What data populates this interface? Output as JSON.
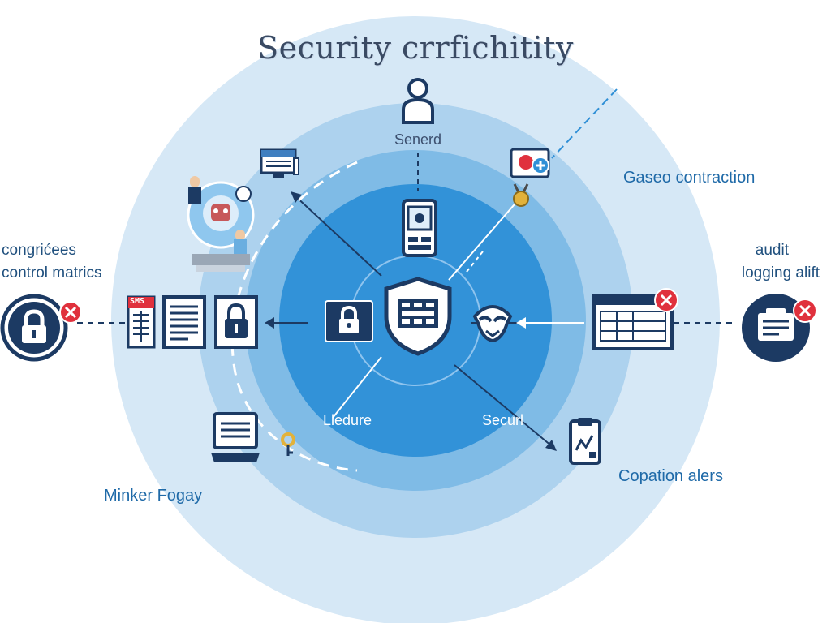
{
  "title": "Security crrfichitity",
  "labels": {
    "top_node": "Senerd",
    "top_right": "Gaseo contraction",
    "left_top": "congrićees",
    "left_bottom": "control matrics",
    "right_top": "audit",
    "right_bottom": "logging alift",
    "inner_left": "Lledure",
    "inner_right": "Securl",
    "bottom_right": "Copation alers",
    "bottom_left": "Minker Fogay",
    "doc_tag": "SMS"
  },
  "icons": [
    "person-icon",
    "server-icon",
    "phone-icon",
    "shield-icon",
    "padlock-icon",
    "mask-icon",
    "document-icon",
    "laptop-icon",
    "browser-window-icon",
    "error-badge-icon",
    "key-icon",
    "medal-icon",
    "robot-icon"
  ],
  "colors": {
    "outer_ring": "#d3e6f5",
    "middle_ring": "#a9cfec",
    "inner_ring": "#6cb0e0",
    "core": "#2f8fd6",
    "icon_navy": "#1c3a63",
    "error_red": "#e0313d",
    "text_blue": "#1f6aa8"
  }
}
